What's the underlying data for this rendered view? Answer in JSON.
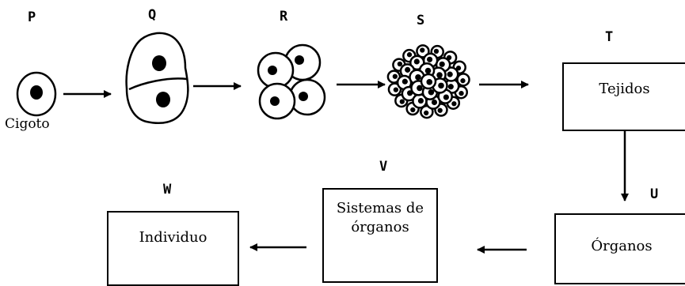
{
  "stage_labels": {
    "p": "P",
    "q": "Q",
    "r": "R",
    "s": "S",
    "t": "T",
    "u": "U",
    "v": "V",
    "w": "W"
  },
  "captions": {
    "zygote": "Cigoto"
  },
  "boxes": {
    "tissues": "Tejidos",
    "organs": "Órganos",
    "organ_systems": "Sistemas de órganos",
    "individual": "Individuo"
  }
}
